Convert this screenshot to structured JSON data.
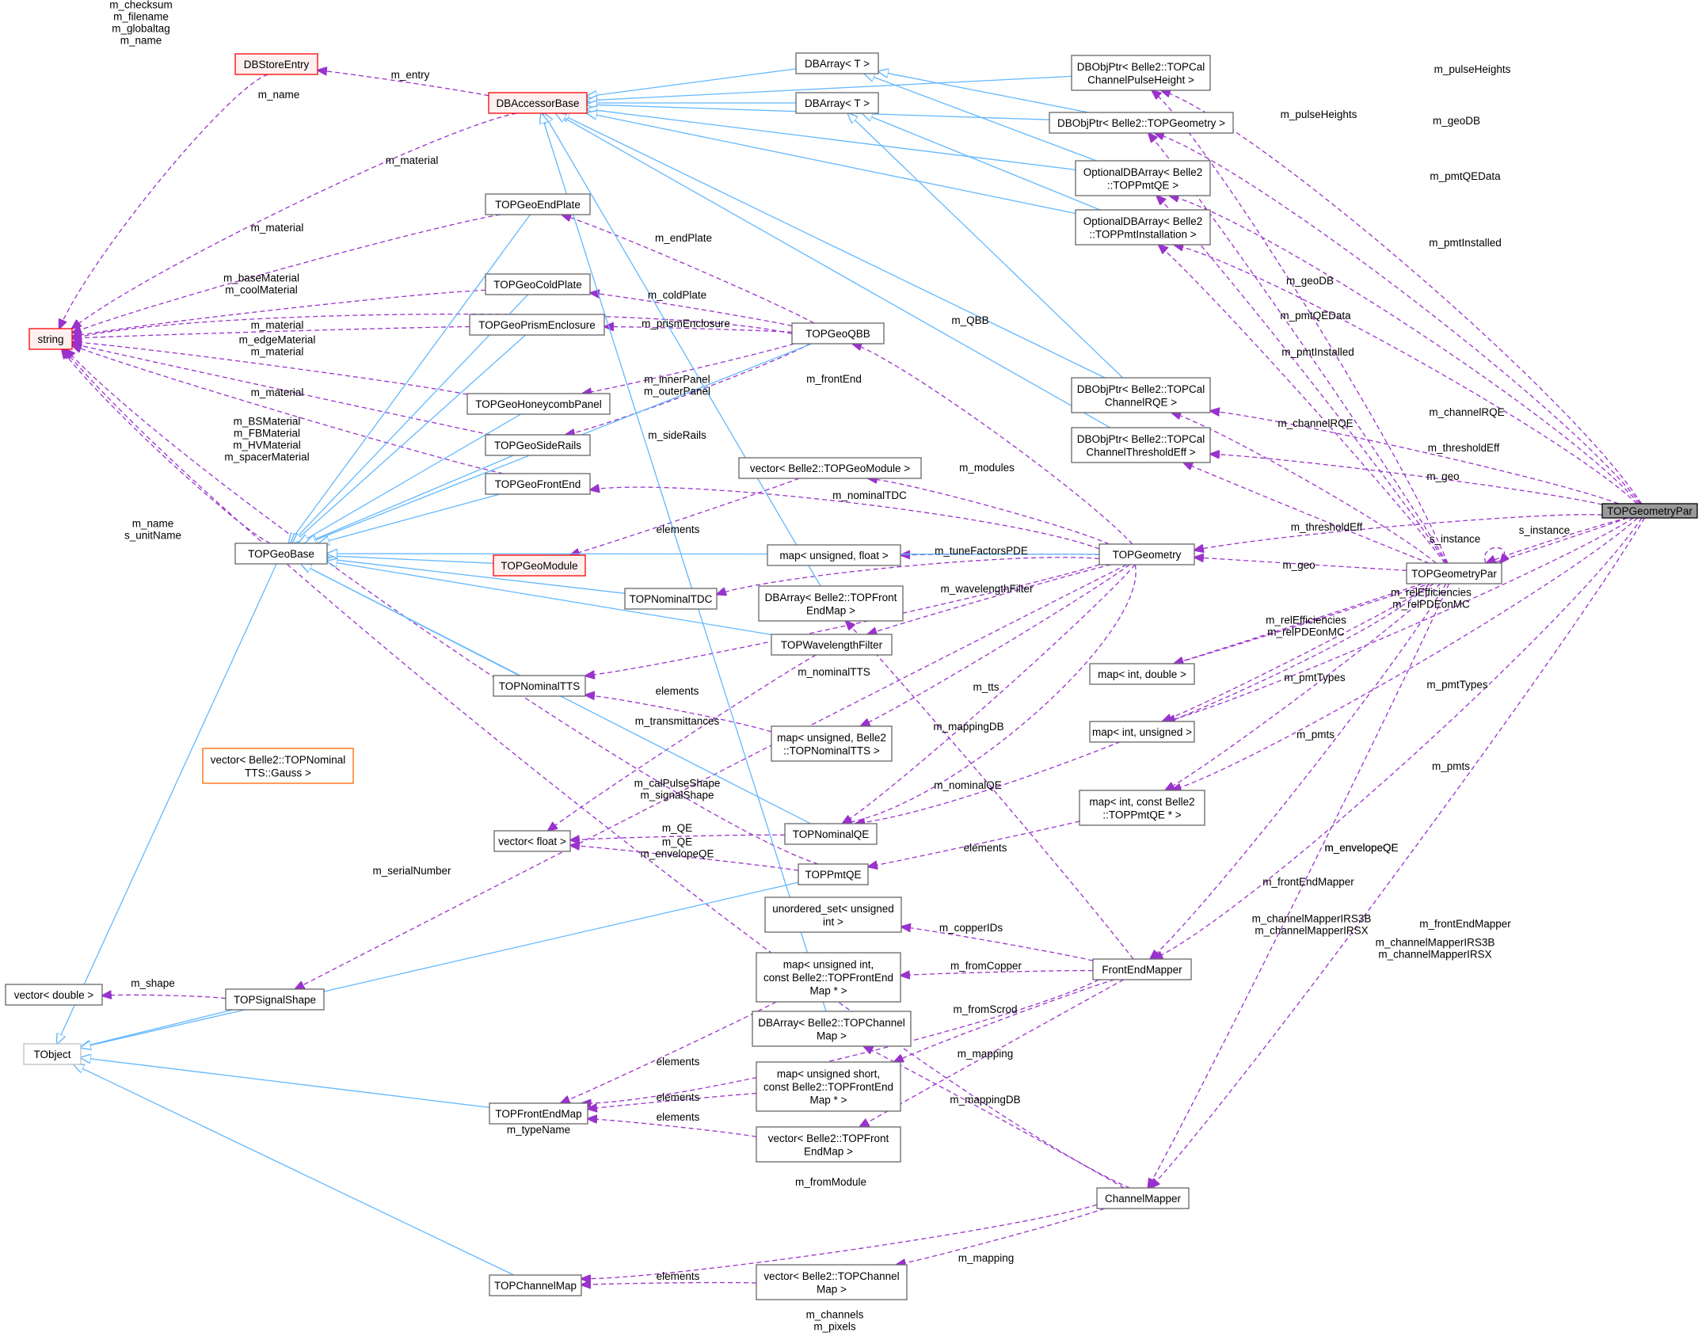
{
  "colors": {
    "inheritance_edge": "#63b8ff",
    "usage_edge": "#9a32cd",
    "node_border": "#666666",
    "node_border_truncated": "#ff0000",
    "node_border_template": "#ff6600",
    "node_border_external": "#bfbfbf",
    "focus_node_fill": "#999999",
    "truncated_fill": "#fff0f0"
  },
  "nodes": [
    {
      "id": "TOPGeometryPar",
      "lines": [
        "TOPGeometryPar"
      ],
      "style": "focus"
    },
    {
      "id": "string",
      "lines": [
        "string"
      ],
      "style": "truncated"
    },
    {
      "id": "DBStoreEntry",
      "lines": [
        "DBStoreEntry"
      ],
      "style": "truncated"
    },
    {
      "id": "DBAccessorBase",
      "lines": [
        "DBAccessorBase"
      ],
      "style": "truncated"
    },
    {
      "id": "DBArrayT1",
      "lines": [
        "DBArray< T >"
      ],
      "style": "normal"
    },
    {
      "id": "DBArrayT2",
      "lines": [
        "DBArray< T >"
      ],
      "style": "normal"
    },
    {
      "id": "PulseHeightPtr",
      "lines": [
        "DBObjPtr< Belle2::TOPCal",
        "ChannelPulseHeight >"
      ],
      "style": "normal"
    },
    {
      "id": "GeometryPtr",
      "lines": [
        "DBObjPtr< Belle2::TOPGeometry >"
      ],
      "style": "normal"
    },
    {
      "id": "PmtQEArr",
      "lines": [
        "OptionalDBArray< Belle2",
        "::TOPPmtQE >"
      ],
      "style": "normal"
    },
    {
      "id": "PmtInstArr",
      "lines": [
        "OptionalDBArray< Belle2",
        "::TOPPmtInstallation >"
      ],
      "style": "normal"
    },
    {
      "id": "RQEPtr",
      "lines": [
        "DBObjPtr< Belle2::TOPCal",
        "ChannelRQE >"
      ],
      "style": "normal"
    },
    {
      "id": "ThrEffPtr",
      "lines": [
        "DBObjPtr< Belle2::TOPCal",
        "ChannelThresholdEff >"
      ],
      "style": "normal"
    },
    {
      "id": "TOPGeoEndPlate",
      "lines": [
        "TOPGeoEndPlate"
      ],
      "style": "normal"
    },
    {
      "id": "TOPGeoColdPlate",
      "lines": [
        "TOPGeoColdPlate"
      ],
      "style": "normal"
    },
    {
      "id": "TOPGeoPrismEnclosure",
      "lines": [
        "TOPGeoPrismEnclosure"
      ],
      "style": "normal"
    },
    {
      "id": "TOPGeoQBB",
      "lines": [
        "TOPGeoQBB"
      ],
      "style": "normal"
    },
    {
      "id": "TOPGeoHoneycombPanel",
      "lines": [
        "TOPGeoHoneycombPanel"
      ],
      "style": "normal"
    },
    {
      "id": "TOPGeoSideRails",
      "lines": [
        "TOPGeoSideRails"
      ],
      "style": "normal"
    },
    {
      "id": "TOPGeoFrontEnd",
      "lines": [
        "TOPGeoFrontEnd"
      ],
      "style": "normal"
    },
    {
      "id": "TOPGeoBase",
      "lines": [
        "TOPGeoBase"
      ],
      "style": "normal"
    },
    {
      "id": "TOPGeoModule",
      "lines": [
        "TOPGeoModule"
      ],
      "style": "truncated"
    },
    {
      "id": "TOPNominalTDC",
      "lines": [
        "TOPNominalTDC"
      ],
      "style": "normal"
    },
    {
      "id": "VecGeoModule",
      "lines": [
        "vector< Belle2::TOPGeoModule >"
      ],
      "style": "normal"
    },
    {
      "id": "MapUFloat",
      "lines": [
        "map< unsigned, float >"
      ],
      "style": "normal"
    },
    {
      "id": "DBArrFrontEnd",
      "lines": [
        "DBArray< Belle2::TOPFront",
        "EndMap >"
      ],
      "style": "normal"
    },
    {
      "id": "TOPWavelengthFilter",
      "lines": [
        "TOPWavelengthFilter"
      ],
      "style": "normal"
    },
    {
      "id": "TOPGeometry",
      "lines": [
        "TOPGeometry"
      ],
      "style": "normal"
    },
    {
      "id": "TOPNominalTTS",
      "lines": [
        "TOPNominalTTS"
      ],
      "style": "normal"
    },
    {
      "id": "VecGauss",
      "lines": [
        "vector< Belle2::TOPNominal",
        "TTS::Gauss >"
      ],
      "style": "template"
    },
    {
      "id": "MapUTTS",
      "lines": [
        "map< unsigned, Belle2",
        "::TOPNominalTTS >"
      ],
      "style": "normal"
    },
    {
      "id": "VecFloat",
      "lines": [
        "vector< float >"
      ],
      "style": "normal"
    },
    {
      "id": "TOPNominalQE",
      "lines": [
        "TOPNominalQE"
      ],
      "style": "normal"
    },
    {
      "id": "TOPPmtQE",
      "lines": [
        "TOPPmtQE"
      ],
      "style": "normal"
    },
    {
      "id": "MapIntDouble",
      "lines": [
        "map< int, double >"
      ],
      "style": "normal"
    },
    {
      "id": "MapIntUnsigned",
      "lines": [
        "map< int, unsigned >"
      ],
      "style": "normal"
    },
    {
      "id": "MapIntPmtQE",
      "lines": [
        "map< int, const Belle2",
        "::TOPPmtQE * >"
      ],
      "style": "normal"
    },
    {
      "id": "TOPGeometryParSelf",
      "lines": [
        "TOPGeometryPar"
      ],
      "style": "normal"
    },
    {
      "id": "UnorderedSet",
      "lines": [
        "unordered_set< unsigned",
        "int >"
      ],
      "style": "normal"
    },
    {
      "id": "MapUIntFEM",
      "lines": [
        "map< unsigned int,",
        "const Belle2::TOPFrontEnd",
        "Map * >"
      ],
      "style": "normal"
    },
    {
      "id": "FrontEndMapper",
      "lines": [
        "FrontEndMapper"
      ],
      "style": "normal"
    },
    {
      "id": "VecDouble",
      "lines": [
        "vector< double >"
      ],
      "style": "normal"
    },
    {
      "id": "TOPSignalShape",
      "lines": [
        "TOPSignalShape"
      ],
      "style": "normal"
    },
    {
      "id": "TObject",
      "lines": [
        "TObject"
      ],
      "style": "external"
    },
    {
      "id": "DBArrChannel",
      "lines": [
        "DBArray< Belle2::TOPChannel",
        "Map >"
      ],
      "style": "normal"
    },
    {
      "id": "MapUShortFEM",
      "lines": [
        "map< unsigned short,",
        "const Belle2::TOPFrontEnd",
        "Map * >"
      ],
      "style": "normal"
    },
    {
      "id": "TOPFrontEndMap",
      "lines": [
        "TOPFrontEndMap"
      ],
      "style": "normal"
    },
    {
      "id": "VecFrontEnd",
      "lines": [
        "vector< Belle2::TOPFront",
        "EndMap >"
      ],
      "style": "normal"
    },
    {
      "id": "ChannelMapper",
      "lines": [
        "ChannelMapper"
      ],
      "style": "normal"
    },
    {
      "id": "TOPChannelMap",
      "lines": [
        "TOPChannelMap"
      ],
      "style": "normal"
    },
    {
      "id": "VecChannel",
      "lines": [
        "vector< Belle2::TOPChannel",
        "Map >"
      ],
      "style": "normal"
    }
  ],
  "edge_labels": [
    "m_checksum\nm_filename\nm_globaltag\nm_name",
    "m_entry",
    "m_name",
    "m_material",
    "m_material",
    "m_baseMaterial\nm_coolMaterial",
    "m_material",
    "m_edgeMaterial\nm_material",
    "m_material",
    "m_BSMaterial\nm_FBMaterial\nm_HVMaterial\nm_spacerMaterial",
    "m_name\ns_unitName",
    "m_serialNumber",
    "m_typeName",
    "m_endPlate",
    "m_coldPlate",
    "m_prismEnclosure",
    "m_QBB",
    "m_innerPanel\nm_outerPanel",
    "m_sideRails",
    "m_frontEnd",
    "elements",
    "m_modules",
    "m_nominalTDC",
    "m_tuneFactorsPDE",
    "m_wavelengthFilter",
    "m_nominalTTS",
    "m_tts",
    "elements",
    "m_transmittances",
    "m_calPulseShape\nm_signalShape",
    "m_nominalQE",
    "m_QE",
    "m_QE\nm_envelopeQE",
    "elements",
    "m_envelopeQE",
    "m_mappingDB",
    "m_shape",
    "m_pulseHeights",
    "m_pulseHeights",
    "m_geoDB",
    "m_geoDB",
    "m_pmtQEData",
    "m_pmtQEData",
    "m_pmtInstalled",
    "m_pmtInstalled",
    "m_channelRQE",
    "m_channelRQE",
    "m_thresholdEff",
    "m_thresholdEff",
    "m_geo",
    "m_geo",
    "s_instance",
    "s_instance",
    "m_relEfficiencies\nm_relPDEonMC",
    "m_relEfficiencies\nm_relPDEonMC",
    "m_pmtTypes",
    "m_pmtTypes",
    "m_pmts",
    "m_pmts",
    "m_envelopeQE",
    "m_frontEndMapper",
    "m_frontEndMapper",
    "m_channelMapperIRS3B\nm_channelMapperIRSX",
    "m_channelMapperIRS3B\nm_channelMapperIRSX",
    "m_copperIDs",
    "m_fromCopper",
    "m_fromScrod",
    "m_mapping",
    "m_mappingDB",
    "elements",
    "elements",
    "elements",
    "m_fromModule",
    "m_mapping",
    "elements",
    "m_channels\nm_pixels"
  ]
}
